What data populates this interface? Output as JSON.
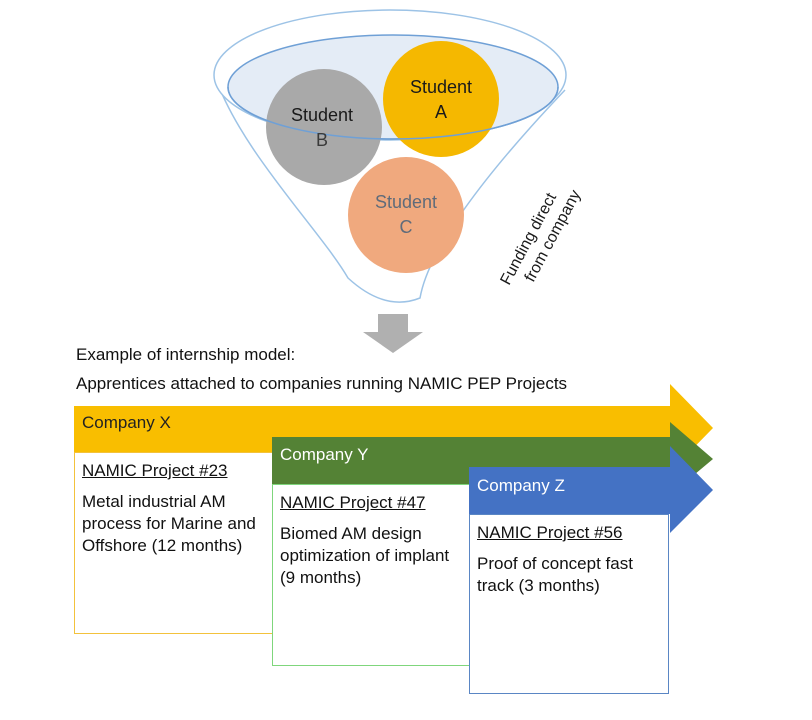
{
  "funnel": {
    "students": [
      {
        "name": "Student",
        "letter": "A",
        "color": "#f5b800"
      },
      {
        "name": "Student",
        "letter": "B",
        "color": "#a9a9a9"
      },
      {
        "name": "Student",
        "letter": "C",
        "color": "#f0a97e"
      }
    ],
    "side_label_line1": "Funding direct",
    "side_label_line2": "from company",
    "outline_color": "#9dc3e6",
    "rim_fill": "#e4ecf6"
  },
  "caption": {
    "line1": "Example of internship model:",
    "line2": "Apprentices attached to companies running NAMIC PEP Projects"
  },
  "companies": [
    {
      "label": "Company X",
      "arrow_color": "#f9be00",
      "border_color": "#f3c23c",
      "project_title": "NAMIC Project #23",
      "project_desc": "Metal industrial AM process for Marine and Offshore (12 months)"
    },
    {
      "label": "Company Y",
      "arrow_color": "#548235",
      "border_color": "#7fd67c",
      "project_title": "NAMIC Project #47",
      "project_desc": "Biomed AM design optimization of implant (9 months)"
    },
    {
      "label": "Company Z",
      "arrow_color": "#4472c4",
      "border_color": "#5a86c4",
      "project_title": "NAMIC Project #56",
      "project_desc": "Proof of concept fast track (3 months)"
    }
  ]
}
